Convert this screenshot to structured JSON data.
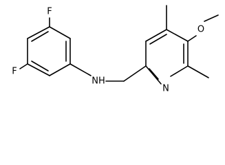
{
  "molecule": {
    "atoms": {
      "f_top": "F",
      "f_left": "F",
      "nh": "NH",
      "n_ring": "N",
      "o_methoxy": "O"
    }
  },
  "colors": {
    "bond": "#000000",
    "text": "#000000",
    "background": "#ffffff"
  }
}
